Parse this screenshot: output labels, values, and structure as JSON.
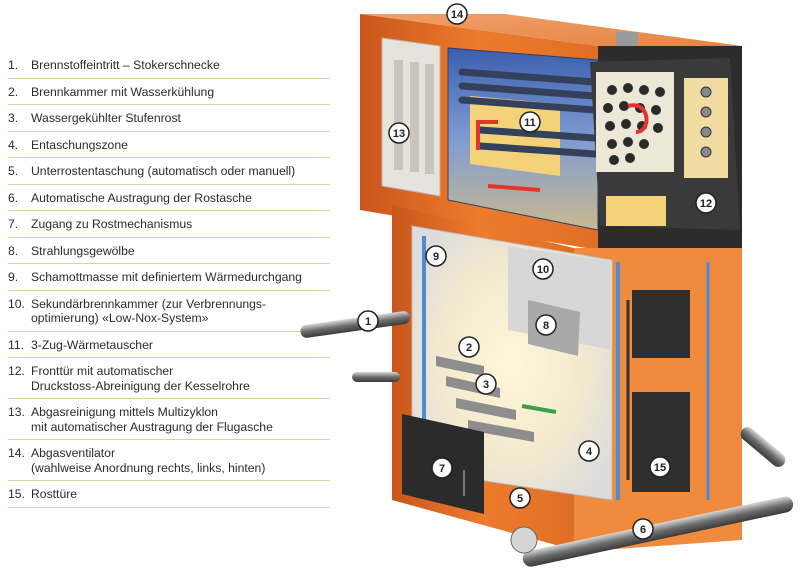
{
  "legend": [
    {
      "num": "1.",
      "lines": [
        "Brennstoffeintritt – Stokerschnecke"
      ]
    },
    {
      "num": "2.",
      "lines": [
        "Brennkammer mit Wasserkühlung"
      ]
    },
    {
      "num": "3.",
      "lines": [
        "Wassergekühlter Stufenrost"
      ]
    },
    {
      "num": "4.",
      "lines": [
        "Entaschungszone"
      ]
    },
    {
      "num": "5.",
      "lines": [
        "Unterrostentaschung (automatisch oder manuell)"
      ]
    },
    {
      "num": "6.",
      "lines": [
        "Automatische Austragung der Rostasche"
      ]
    },
    {
      "num": "7.",
      "lines": [
        "Zugang zu Rostmechanismus"
      ]
    },
    {
      "num": "8.",
      "lines": [
        "Strahlungsgewölbe"
      ]
    },
    {
      "num": "9.",
      "lines": [
        "Schamottmasse mit definiertem Wärmedurchgang"
      ]
    },
    {
      "num": "10.",
      "lines": [
        "Sekundärbrennkammer (zur Verbrennungs-",
        "optimierung) «Low-Nox-System»"
      ]
    },
    {
      "num": "11.",
      "lines": [
        "3-Zug-Wärmetauscher"
      ]
    },
    {
      "num": "12.",
      "lines": [
        "Fronttür mit automatischer",
        "Druckstoss-Abreinigung der Kesselrohre"
      ]
    },
    {
      "num": "13.",
      "lines": [
        "Abgasreinigung mittels Multizyklon",
        "mit automatischer Austragung der Flugasche"
      ]
    },
    {
      "num": "14.",
      "lines": [
        "Abgasventilator",
        "(wahlweise Anordnung rechts, links, hinten)"
      ]
    },
    {
      "num": "15.",
      "lines": [
        "Rosttüre"
      ]
    }
  ],
  "callouts": [
    "1",
    "2",
    "3",
    "4",
    "5",
    "6",
    "7",
    "8",
    "9",
    "10",
    "11",
    "12",
    "13",
    "14",
    "15"
  ]
}
